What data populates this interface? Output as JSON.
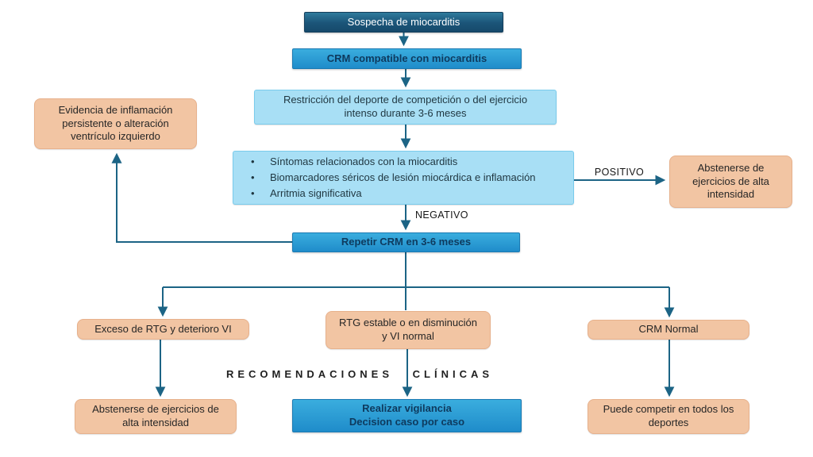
{
  "flowchart": {
    "nodes": {
      "sospecha": {
        "label": "Sospecha de miocarditis"
      },
      "crm_compatible": {
        "label": "CRM compatible con miocarditis"
      },
      "restriccion": {
        "label": "Restricción del deporte de competición o del ejercicio intenso durante 3-6 meses"
      },
      "criterios": {
        "items": [
          "Síntomas relacionados con la miocarditis",
          "Biomarcadores séricos de lesión miocárdica e inflamación",
          "Arritmia significativa"
        ]
      },
      "abstenerse_top": {
        "label": "Abstenerse de ejercicios de alta intensidad"
      },
      "repetir_crm": {
        "label": "Repetir CRM en 3-6 meses"
      },
      "evidencia": {
        "label": "Evidencia de inflamación persistente o alteración ventrículo izquierdo"
      },
      "exceso_rtg": {
        "label": "Exceso de RTG y deterioro VI"
      },
      "rtg_estable": {
        "label": "RTG estable o en disminución y VI normal"
      },
      "crm_normal": {
        "label": "CRM Normal"
      },
      "abstenerse_bottom": {
        "label": "Abstenerse de ejercicios de alta intensidad"
      },
      "vigilancia": {
        "line1": "Realizar vigilancia",
        "line2": "Decision caso por caso"
      },
      "competir": {
        "label": "Puede competir en todos los deportes"
      }
    },
    "edge_labels": {
      "positivo": "POSITIVO",
      "negativo": "NEGATIVO"
    },
    "section_label": "RECOMENDACIONES CLÍNICAS",
    "colors": {
      "dark_blue": "#1d5a7d",
      "medium_blue": "#2697d3",
      "light_blue": "#a8dff5",
      "peach": "#f2c5a3",
      "connector": "#1c6485",
      "text_on_dark": "#ffffff",
      "text_navy": "#0e3a5e",
      "text_dark": "#262626"
    }
  }
}
